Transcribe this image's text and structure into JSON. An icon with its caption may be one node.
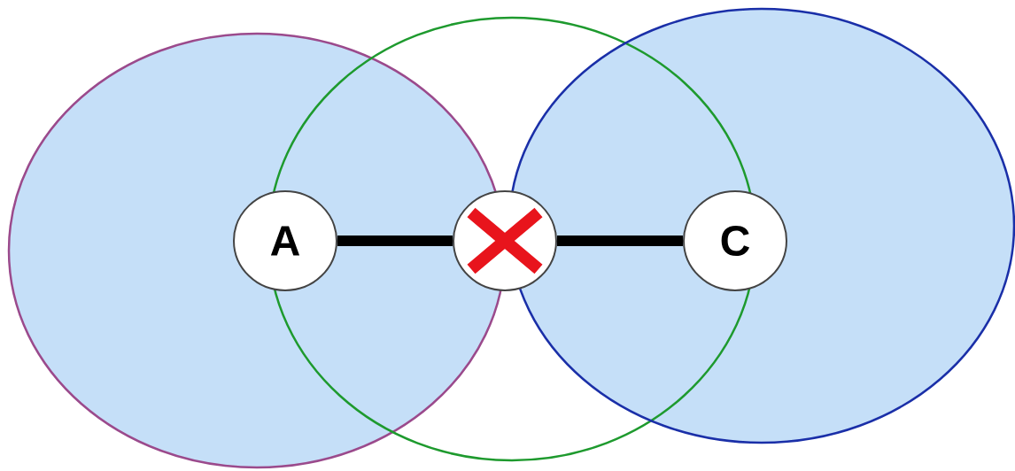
{
  "diagram": {
    "nodes": [
      {
        "text": [
          "A"
        ]
      },
      {
        "text": [],
        "shape": "circle"
      },
      {
        "text": [
          "C"
        ]
      }
    ],
    "edges": [
      {
        "from": 0,
        "to": 1,
        "arrow": "none"
      },
      {
        "from": 1,
        "to": 2,
        "arrow": "none"
      }
    ]
  }
}
